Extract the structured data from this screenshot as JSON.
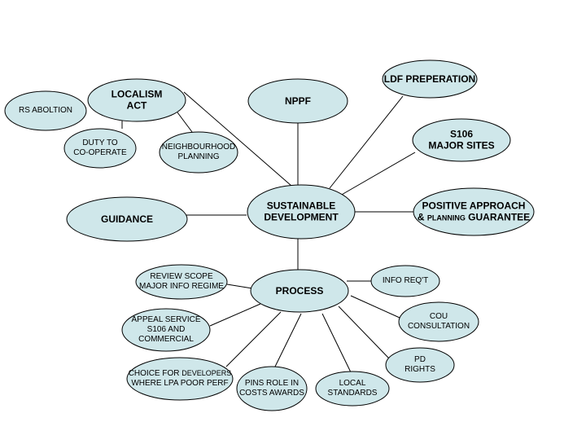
{
  "diagram": {
    "center": {
      "line1": "SUSTAINABLE",
      "line2": "DEVELOPMENT"
    },
    "nppf": {
      "line1": "NPPF"
    },
    "guidance": {
      "line1": "GUIDANCE"
    },
    "localism": {
      "line1": "LOCALISM",
      "line2": "ACT"
    },
    "rs_abolition": {
      "line1": "RS ABOLTION"
    },
    "duty": {
      "line1": "DUTY TO",
      "line2": "CO-OPERATE"
    },
    "neighbourhood": {
      "line1": "NEIGHBOURHOOD",
      "line2": "PLANNING"
    },
    "ldf": {
      "line1": "LDF PREPERATION"
    },
    "s106_major": {
      "line1": "S106",
      "line2": "MAJOR SITES"
    },
    "positive": {
      "line1": "POSITIVE APPROACH",
      "line2_a": "& ",
      "line2_b": "PLANNING",
      "line2_c": " GUARANTEE"
    },
    "process": {
      "line1": "PROCESS"
    },
    "review": {
      "line1": "REVIEW SCOPE",
      "line2": "MAJOR INFO REGIME"
    },
    "info_req": {
      "line1": "INFO REQ'T"
    },
    "appeal": {
      "line1": "APPEAL SERVICE",
      "line2": "S106 AND",
      "line3": "COMMERCIAL"
    },
    "cou": {
      "line1": "COU",
      "line2": "CONSULTATION"
    },
    "choice": {
      "line1_a": "CHOICE FOR ",
      "line1_b": "DEVELOPERS",
      "line2": "WHERE LPA POOR PERF"
    },
    "pd_rights": {
      "line1": "PD",
      "line2": "RIGHTS"
    },
    "pins": {
      "line1": "PINS ROLE IN",
      "line2": "COSTS AWARDS"
    },
    "local_standards": {
      "line1": "LOCAL",
      "line2": "STANDARDS"
    }
  },
  "colors": {
    "node_fill": "#cfe7ea",
    "stroke": "#000000",
    "background": "#ffffff"
  }
}
